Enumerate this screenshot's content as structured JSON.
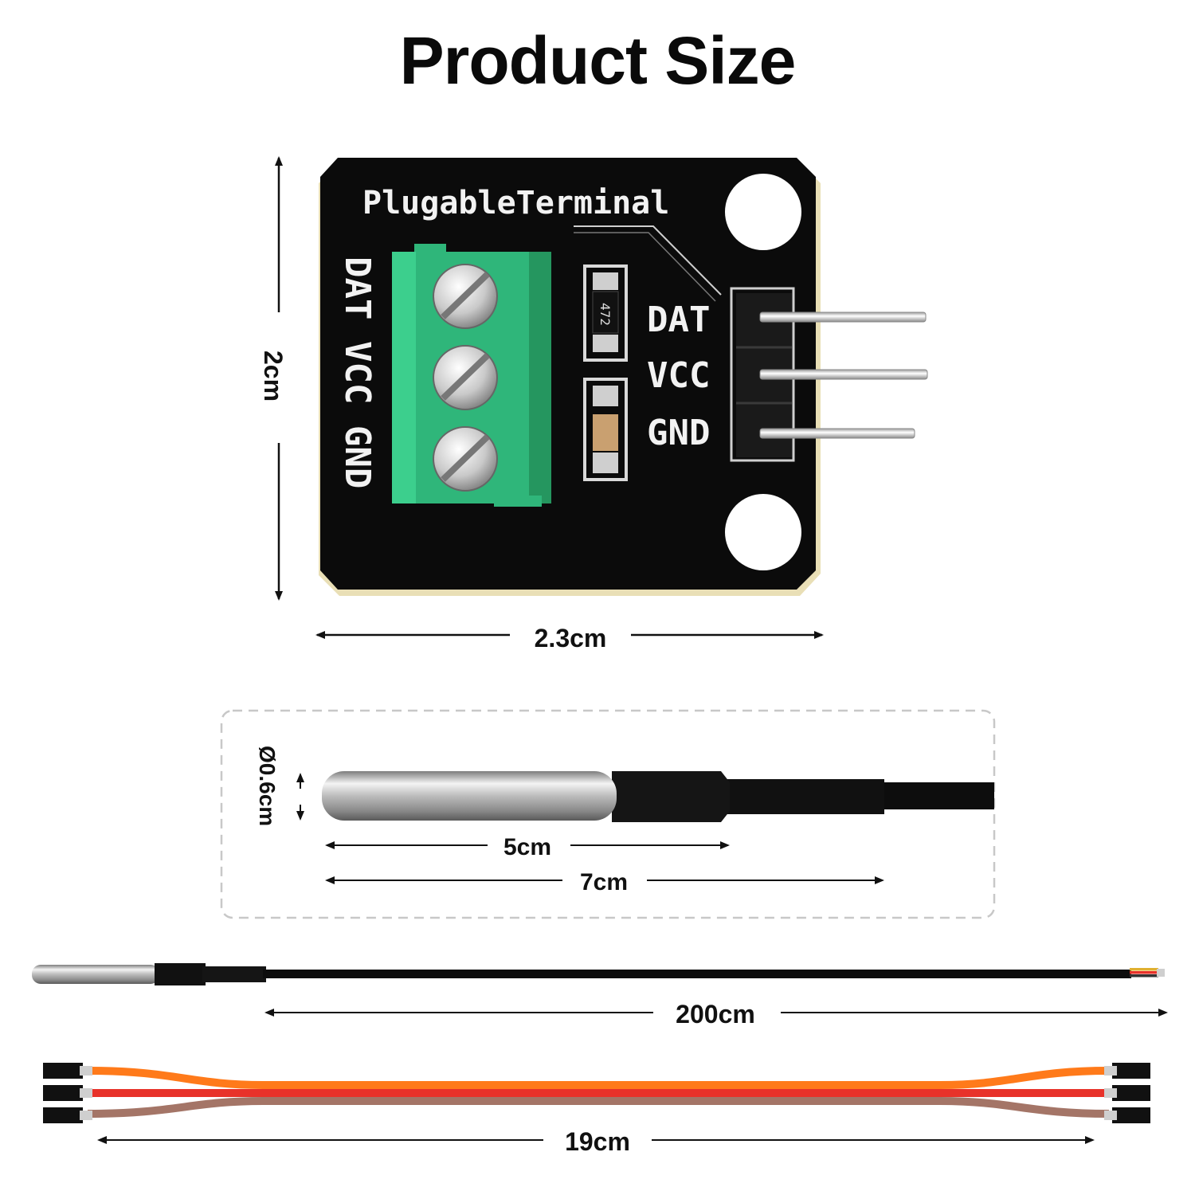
{
  "title": "Product Size",
  "module": {
    "silkscreen_title": "PlugableTerminal",
    "pins_right": [
      "DAT",
      "VCC",
      "GND"
    ],
    "pins_left": "DAT VCC GND",
    "resistor_code": "472",
    "height_label": "2cm",
    "width_label": "2.3cm"
  },
  "probe": {
    "diameter_label": "Ø0.6cm",
    "tube_label": "5cm",
    "total_label": "7cm"
  },
  "cable": {
    "length_label": "200cm"
  },
  "jumper": {
    "length_label": "19cm"
  },
  "colors": {
    "pcb": "#0b0b0b",
    "terminal": "#2fb67a",
    "wire_orange": "#ff7a1a",
    "wire_red": "#e8322a",
    "wire_brown": "#a47567"
  }
}
